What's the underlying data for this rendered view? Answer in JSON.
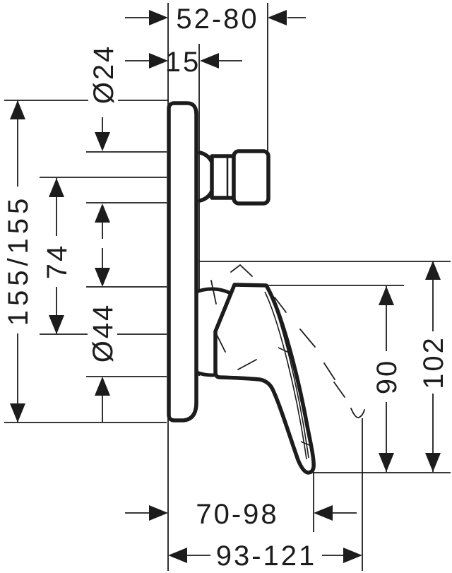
{
  "dimensions": {
    "d52_80": "52-80",
    "d15": "15",
    "d24": "Ø24",
    "d155": "155/155",
    "d74": "74",
    "d44": "Ø44",
    "d90": "90",
    "d102": "102",
    "d70_98": "70-98",
    "d93_121": "93-121"
  },
  "colors": {
    "ink": "#1c1c1c",
    "paper": "#ffffff"
  }
}
